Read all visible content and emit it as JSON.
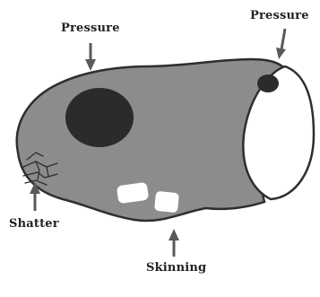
{
  "labels": {
    "pressure_left": "Pressure",
    "pressure_right": "Pressure",
    "shatter": "Shatter",
    "skinning": "Skinning"
  },
  "colors": {
    "body_fill": "#8c8c8c",
    "outline": "#2e2e2e",
    "spot": "#2b2b2b",
    "arrow": "#5a5a5a",
    "cut_face": "#ffffff"
  }
}
